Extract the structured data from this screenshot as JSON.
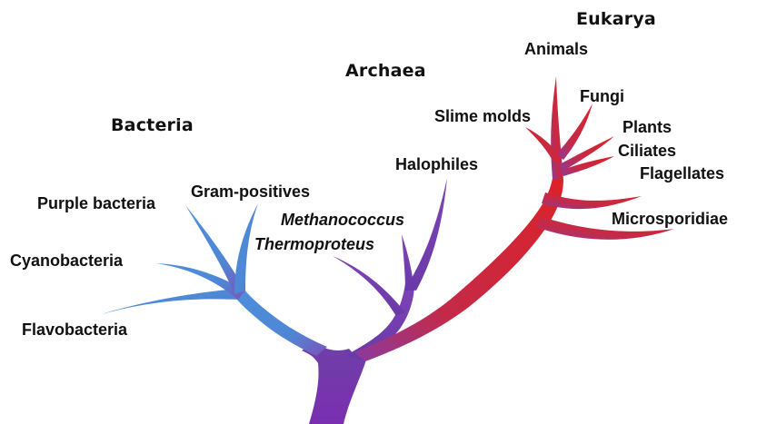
{
  "domains": {
    "bacteria": "Bacteria",
    "archaea": "Archaea",
    "eukarya": "Eukarya"
  },
  "bacteria_groups": {
    "purple": "Purple bacteria",
    "gram_positives": "Gram-positives",
    "cyanobacteria": "Cyanobacteria",
    "flavobacteria": "Flavobacteria"
  },
  "archaea_groups": {
    "halophiles": "Halophiles",
    "methanococcus": "Methanococcus",
    "thermoproteus": "Thermoproteus"
  },
  "eukarya_groups": {
    "animals": "Animals",
    "fungi": "Fungi",
    "slime_molds": "Slime molds",
    "plants": "Plants",
    "ciliates": "Ciliates",
    "flagellates": "Flagellates",
    "microsporidiae": "Microsporidiae"
  },
  "colors": {
    "bacteria": "#4a8fd8",
    "archaea": "#7b3fb0",
    "eukarya": "#d8262e"
  }
}
